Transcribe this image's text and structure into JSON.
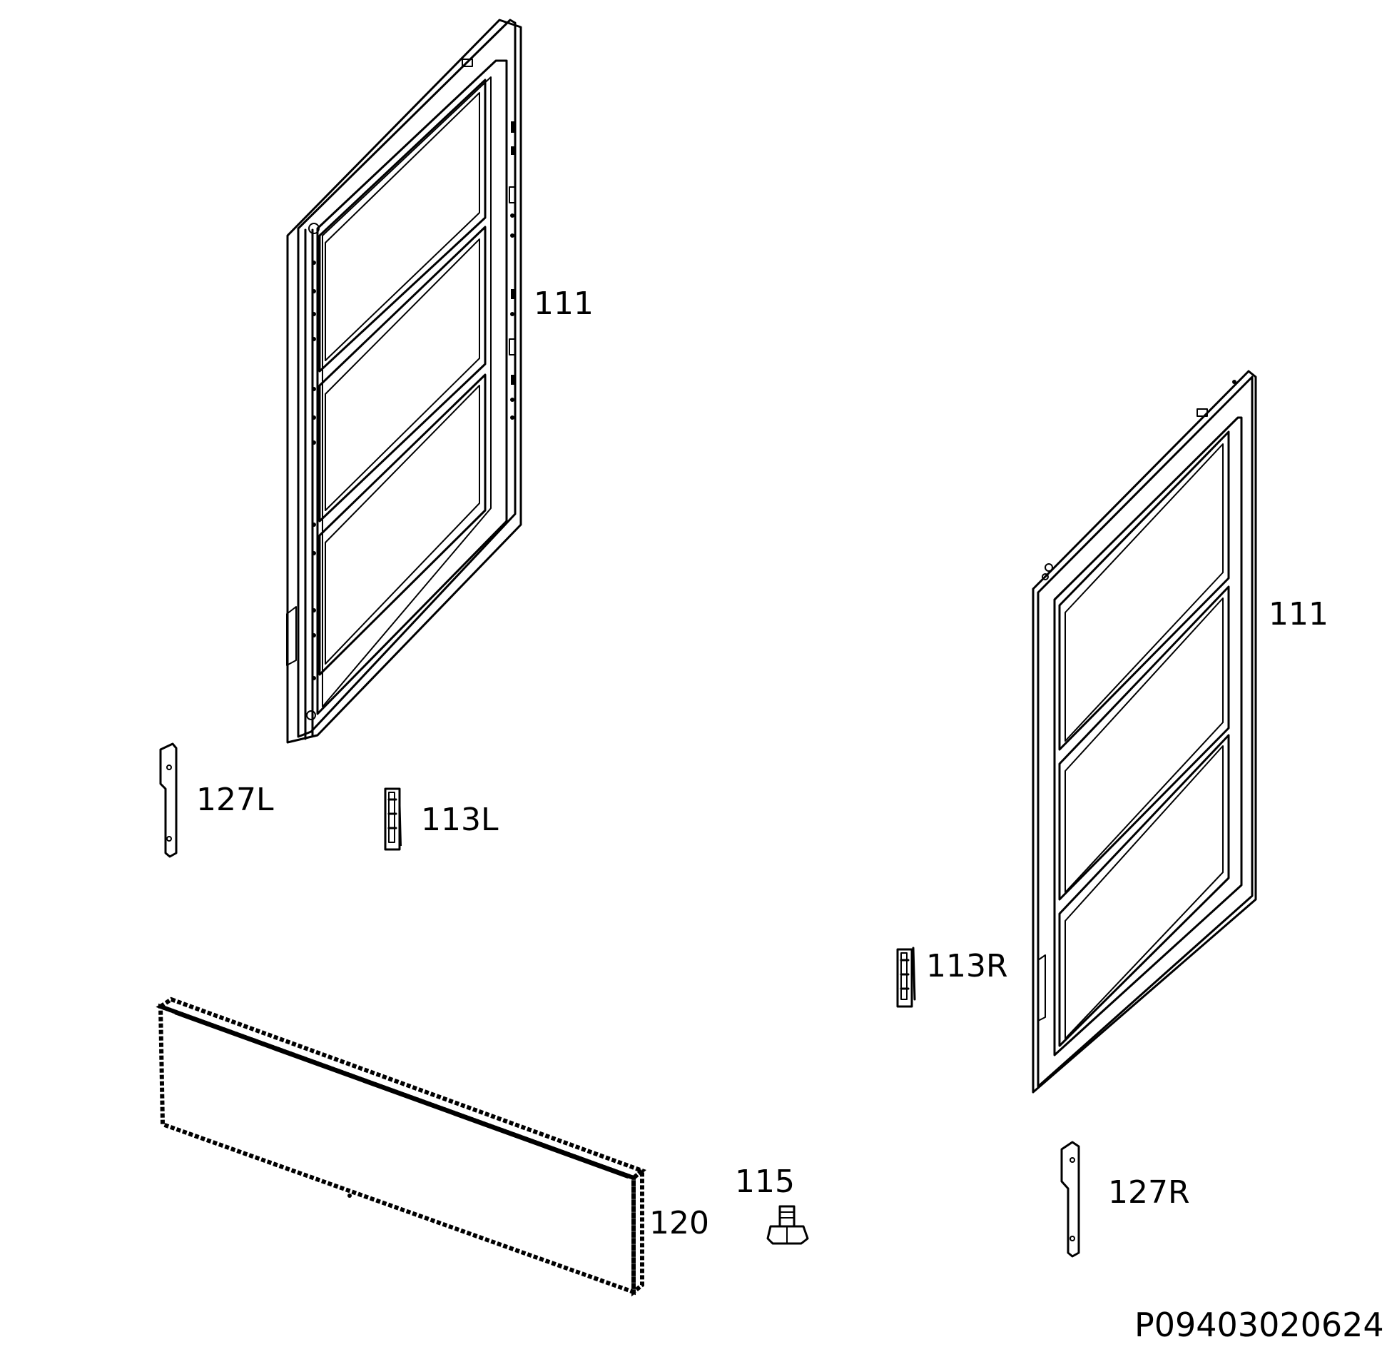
{
  "parts": {
    "frame_left": "111",
    "frame_right": "111",
    "strip_left": "127L",
    "hinge_left": "113L",
    "hinge_right": "113R",
    "panel": "120",
    "foot": "115",
    "strip_right": "127R"
  },
  "diagram_code": "P09403020624"
}
